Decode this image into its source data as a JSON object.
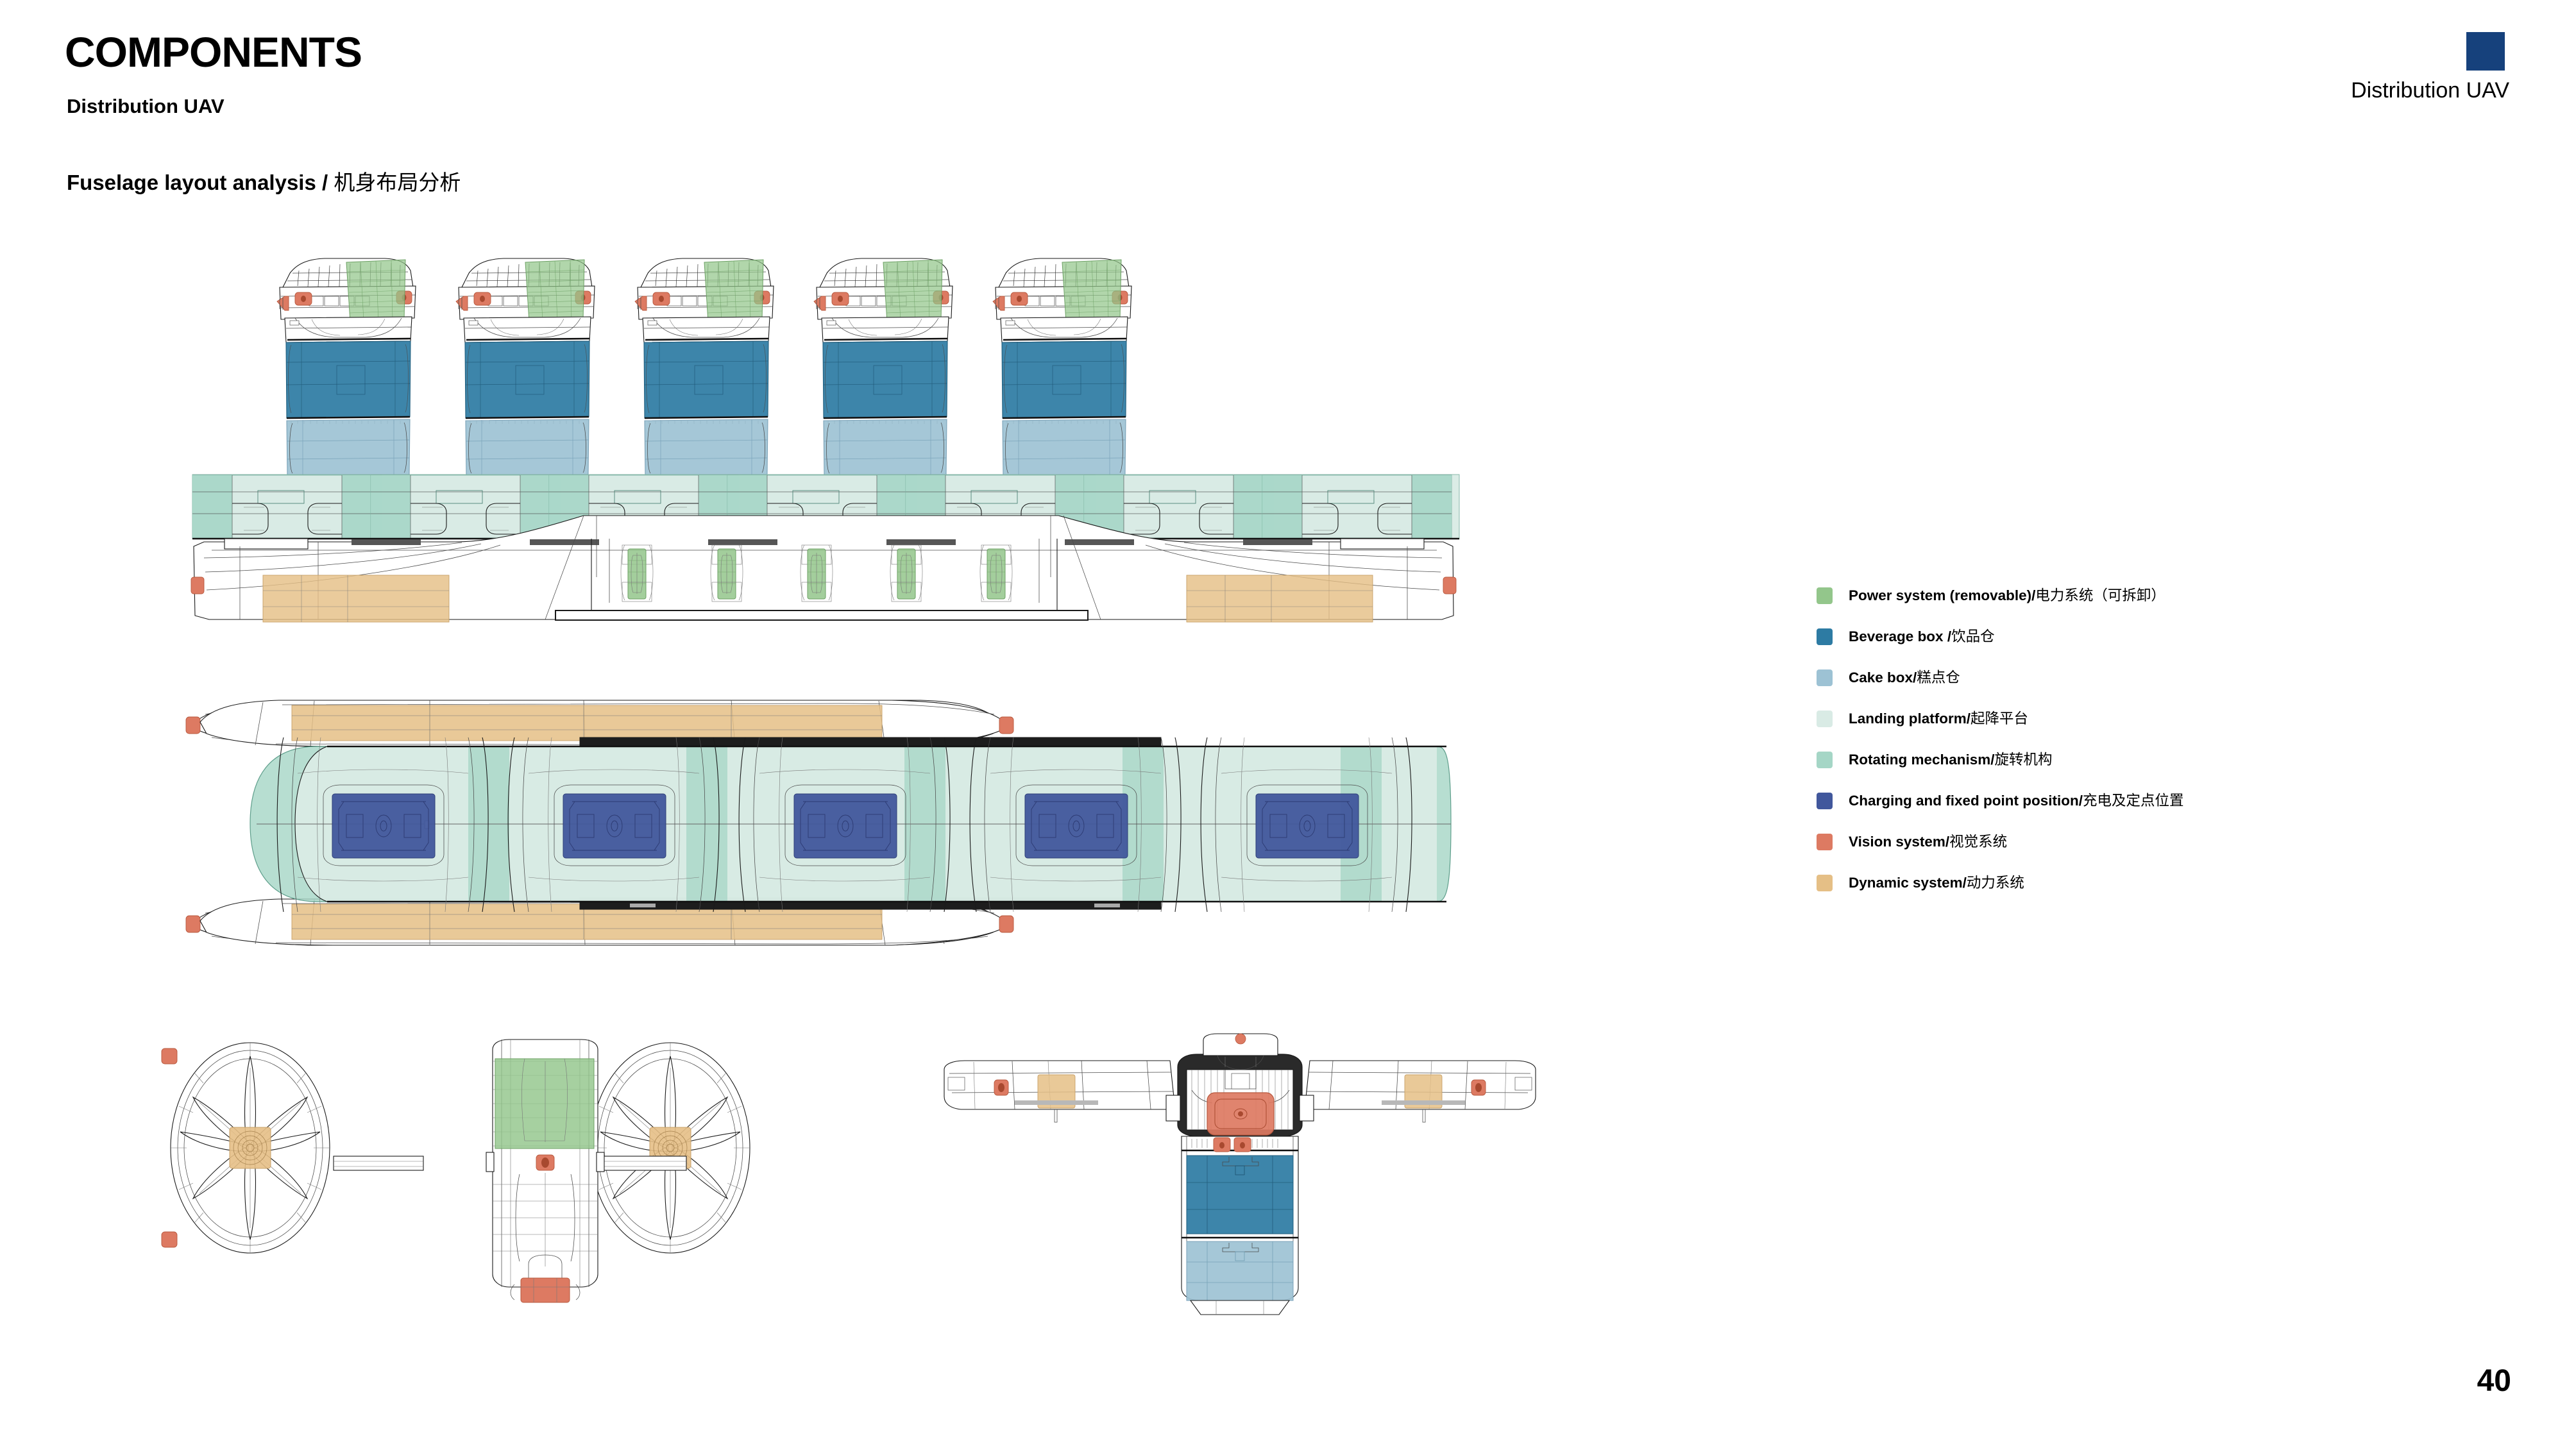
{
  "header": {
    "title": "COMPONENTS",
    "subtitle": "Distribution UAV",
    "section_title_en": "Fuselage layout analysis /",
    "section_title_cjk": "机身布局分析",
    "brand_label": "Distribution UAV",
    "brand_color": "#16417c"
  },
  "footer": {
    "page_number": "40"
  },
  "legend": {
    "items": [
      {
        "en": "Power system (removable)/",
        "cjk": "电力系统（可拆卸）",
        "color": "#93c68b"
      },
      {
        "en": "Beverage box /",
        "cjk": "饮品仓",
        "color": "#2d7ba3"
      },
      {
        "en": "Cake box/",
        "cjk": "糕点仓",
        "color": "#9dc2d4"
      },
      {
        "en": "Landing platform/",
        "cjk": "起降平台",
        "color": "#d9ebe5"
      },
      {
        "en": "Rotating mechanism/",
        "cjk": "旋转机构",
        "color": "#a5d6c6"
      },
      {
        "en": "Charging and fixed point position/",
        "cjk": "充电及定点位置",
        "color": "#41579c"
      },
      {
        "en": "Vision system/",
        "cjk": "视觉系统",
        "color": "#dd7a62"
      },
      {
        "en": "Dynamic system/",
        "cjk": "动力系统",
        "color": "#e5bf86"
      }
    ]
  },
  "drawings": {
    "elevation_top": {
      "name": "Side elevation with five docked delivery drones",
      "drone_count": 5,
      "bay_count": 5
    },
    "plan_view": {
      "name": "Top plan view of carrier fuselage",
      "landing_pad_count": 5,
      "charging_pad_count": 5
    },
    "front_rotor_view": {
      "name": "Front view of carrier with two ducted rotors",
      "rotor_count": 2,
      "blades_per_rotor": 8
    },
    "drone_front_view": {
      "name": "Front view of single delivery drone"
    }
  },
  "colors": {
    "power_system": "#93c68b",
    "beverage_box": "#2d7ba3",
    "cake_box": "#9dc2d4",
    "landing_platform": "#d9ebe5",
    "rotating_mechanism": "#a5d6c6",
    "charging_point": "#41579c",
    "vision_system": "#dd7a62",
    "dynamic_system": "#e5bf86"
  }
}
